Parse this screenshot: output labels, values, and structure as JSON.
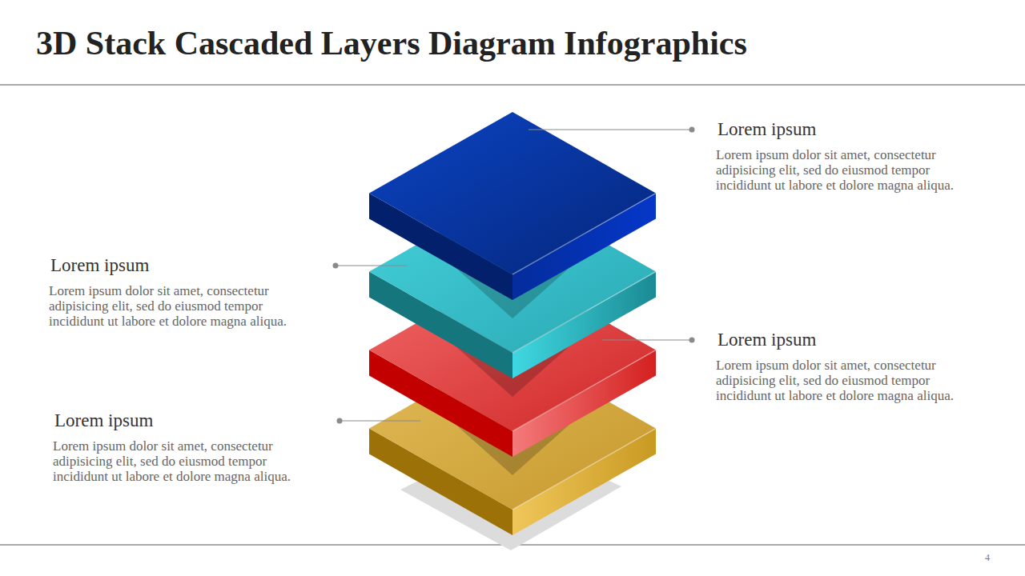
{
  "diagram": {
    "title": "3D Stack Cascaded Layers Diagram Infographics",
    "nodes": [
      {
        "text": [
          "Lorem ipsum",
          "Lorem ipsum dolor sit amet, consectetur adipisicing elit, sed do eiusmod tempor incididunt ut labore et dolore magna aliqua."
        ]
      },
      {
        "text": [
          "Lorem ipsum",
          "Lorem ipsum dolor sit amet, consectetur adipisicing elit, sed do eiusmod tempor incididunt ut labore et dolore magna aliqua."
        ]
      },
      {
        "text": [
          "Lorem ipsum",
          "Lorem ipsum dolor sit amet, consectetur adipisicing elit, sed do eiusmod tempor incididunt ut labore et dolore magna aliqua."
        ]
      },
      {
        "text": [
          "Lorem ipsum",
          "Lorem ipsum dolor sit amet, consectetur adipisicing elit, sed do eiusmod tempor incididunt ut labore et dolore magna aliqua."
        ]
      }
    ],
    "labels": [
      "4"
    ]
  }
}
